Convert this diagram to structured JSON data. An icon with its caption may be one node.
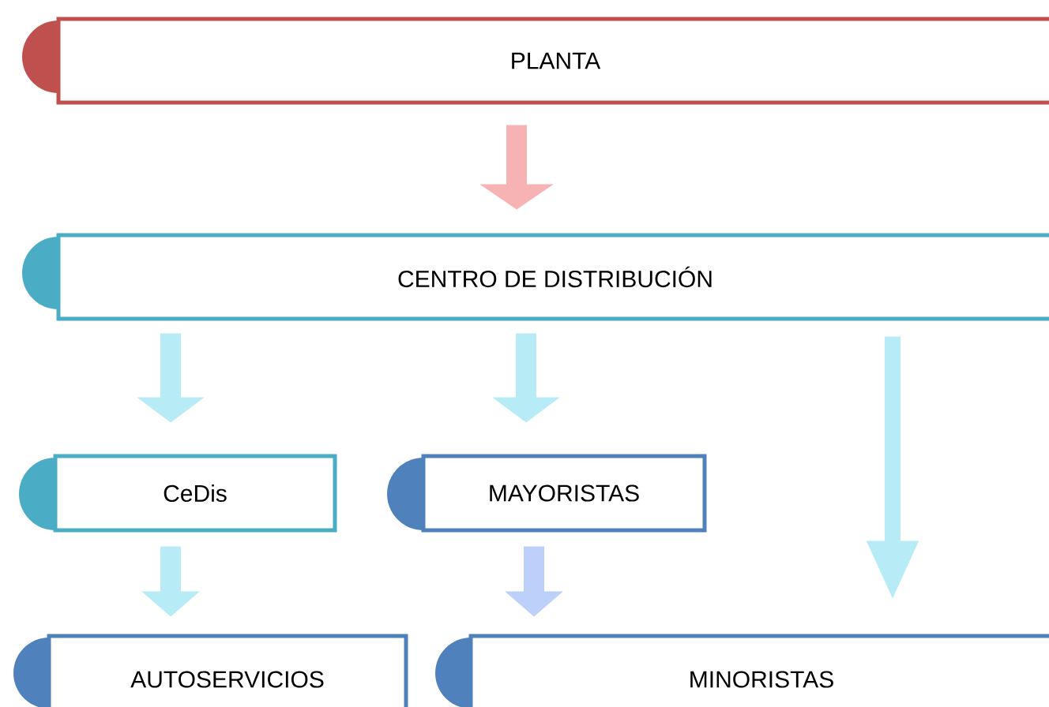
{
  "diagram": {
    "nodes": [
      {
        "text": [
          "PLANTA"
        ]
      },
      {
        "text": [
          "CENTRO DE DISTRIBUCIÓN"
        ]
      },
      {
        "text": [
          "CeDis"
        ]
      },
      {
        "text": [
          "MAYORISTAS"
        ]
      },
      {
        "text": [
          "AUTOSERVICIOS"
        ]
      },
      {
        "text": [
          "MINORISTAS"
        ]
      }
    ],
    "edges": [
      {
        "from": 0,
        "to": 1,
        "arrow": "to",
        "color": "#f7b3b3"
      },
      {
        "from": 1,
        "to": 2,
        "arrow": "to"
      },
      {
        "from": 1,
        "to": 3,
        "arrow": "to"
      },
      {
        "from": 1,
        "to": 5,
        "arrow": "to"
      },
      {
        "from": 2,
        "to": 4,
        "arrow": "to"
      },
      {
        "from": 3,
        "to": 5,
        "arrow": "to",
        "color": "#bcd0fa"
      }
    ]
  }
}
